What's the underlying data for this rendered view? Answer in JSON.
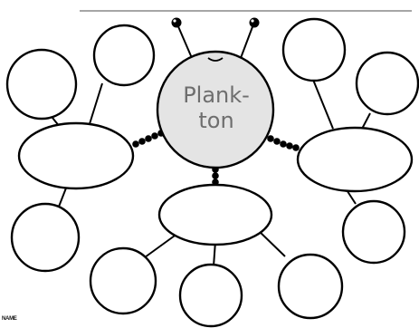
{
  "center": {
    "line1": "Plank-",
    "line2": "ton"
  },
  "footer_label": "NAME",
  "colors": {
    "stroke": "#000000",
    "center_fill": "#e4e4e4",
    "text": "#6e6e6e",
    "top_rule": "#888888"
  }
}
